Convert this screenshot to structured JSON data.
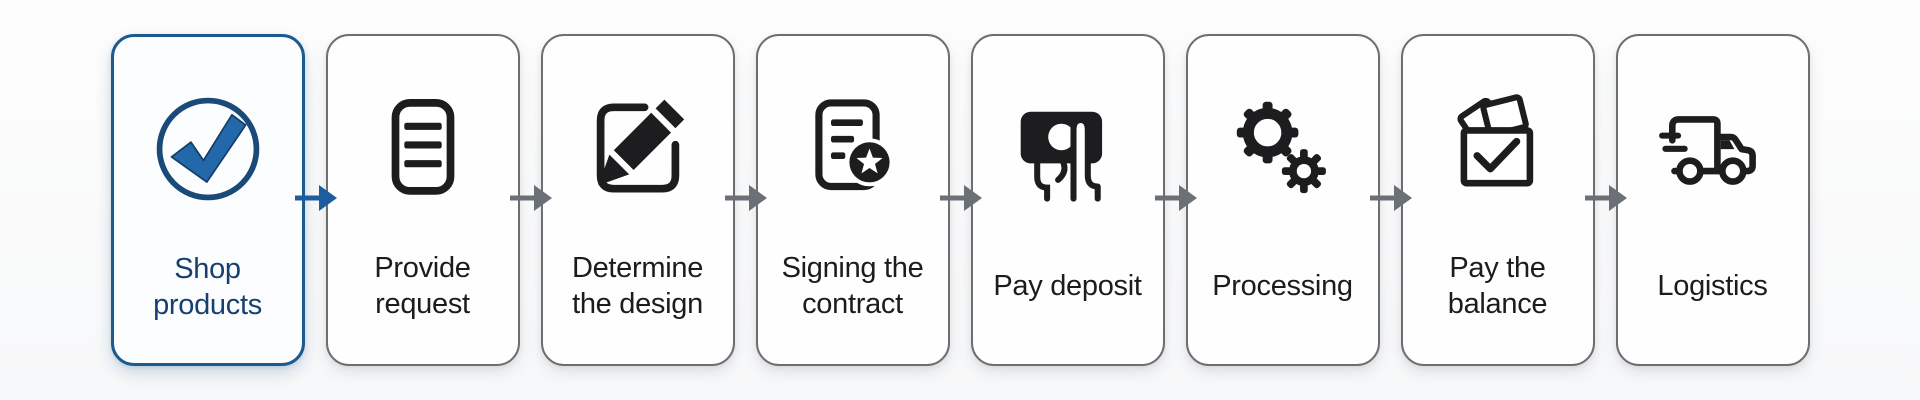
{
  "flow": {
    "steps": [
      {
        "label": "Shop products",
        "label_lines": [
          "Shop",
          "products"
        ],
        "icon": "check-circle",
        "active": true
      },
      {
        "label": "Provide request",
        "label_lines": [
          "Provide",
          "request"
        ],
        "icon": "document-lines",
        "active": false
      },
      {
        "label": "Determine the design",
        "label_lines": [
          "Determine",
          "the design"
        ],
        "icon": "design-pencil",
        "active": false
      },
      {
        "label": "Signing the contract",
        "label_lines": [
          "Signing the",
          "contract"
        ],
        "icon": "contract-star",
        "active": false
      },
      {
        "label": "Pay deposit",
        "label_lines": [
          "Pay deposit"
        ],
        "icon": "hand-payment",
        "active": false
      },
      {
        "label": "Processing",
        "label_lines": [
          "Processing"
        ],
        "icon": "gears",
        "active": false
      },
      {
        "label": "Pay the balance",
        "label_lines": [
          "Pay the",
          "balance"
        ],
        "icon": "wallet-check",
        "active": false
      },
      {
        "label": "Logistics",
        "label_lines": [
          "Logistics"
        ],
        "icon": "delivery-truck",
        "active": false
      }
    ],
    "accent_connector_index": 0,
    "colors": {
      "accent_border": "#1d5a8e",
      "accent_text": "#17406e",
      "accent_ring": "#1a4a78",
      "accent_check_fill": "#2368aa",
      "accent_check_edge": "#143c64",
      "accent_arrow": "#1d5d9f",
      "card_border": "#6e6e6e",
      "icon_ink": "#1d1d1f",
      "label_ink": "#1c1c1e",
      "arrow_gray": "#6b7077"
    }
  }
}
